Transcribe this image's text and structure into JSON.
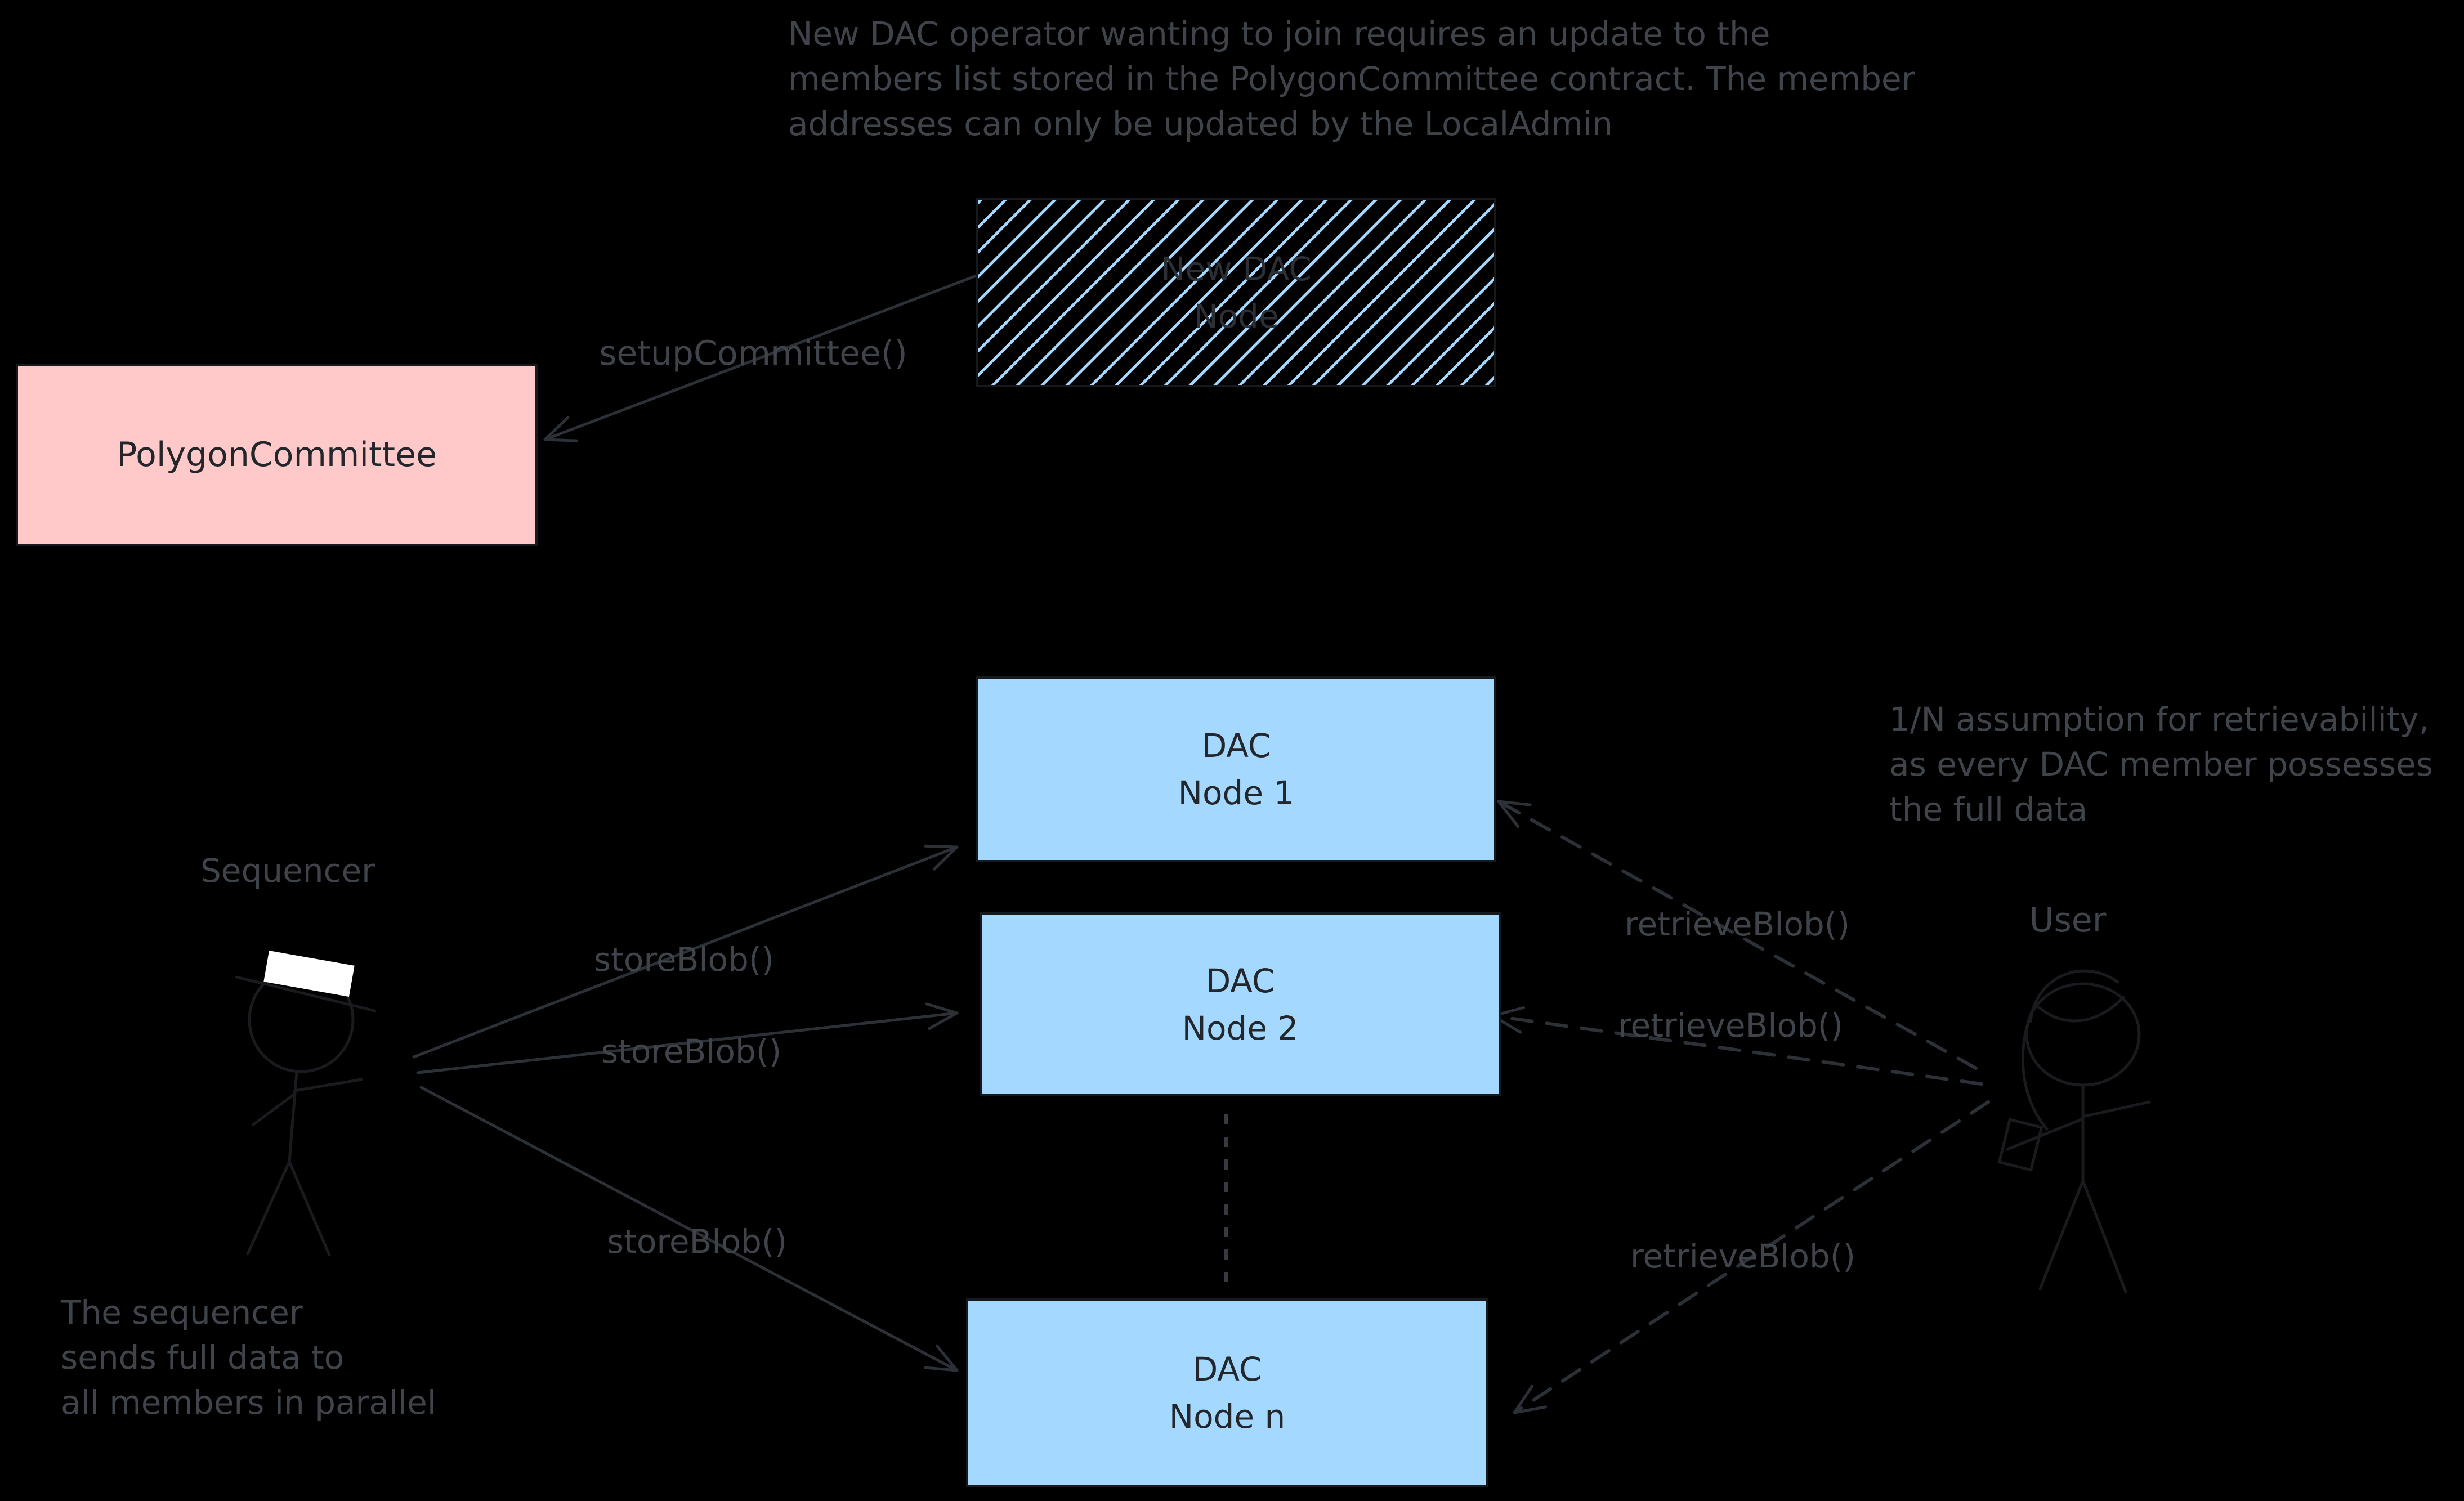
{
  "colors": {
    "background": "#000000",
    "note_text": "#3f444a",
    "box_text": "#23262b",
    "hatch_text": "#2c3036",
    "arrow": "#2c3137",
    "dotted": "#363b41",
    "figure": "#191b1e",
    "border": "#17191c",
    "accent_pink": "#ffc9c9",
    "accent_blue": "#a5d8ff",
    "hat_white": "#ffffff"
  },
  "notes": {
    "top": {
      "line1": "New DAC operator wanting to join requires an update to the",
      "line2": "members list stored in the PolygonCommittee contract. The member",
      "line3": "addresses can only be updated by the LocalAdmin"
    },
    "retrievability": {
      "line1": "1/N assumption for retrievability,",
      "line2": "as every DAC member possesses",
      "line3": "the full data"
    },
    "sequencer": {
      "line1": "The sequencer",
      "line2": "sends full data to",
      "line3": "all members in parallel"
    }
  },
  "boxes": {
    "new_dac_node": {
      "line1": "New DAC",
      "line2": "Node",
      "fill_style": "hachure"
    },
    "polygon_committee": {
      "label": "PolygonCommittee"
    },
    "dac_node_1": {
      "line1": "DAC",
      "line2": "Node 1"
    },
    "dac_node_2": {
      "line1": "DAC",
      "line2": "Node 2"
    },
    "dac_node_n": {
      "line1": "DAC",
      "line2": "Node n"
    }
  },
  "actors": {
    "sequencer_label": "Sequencer",
    "user_label": "User"
  },
  "edge_labels": {
    "setup_committee": "setupCommittee()",
    "store_blob": "storeBlob()",
    "retrieve_blob": "retrieveBlob()"
  }
}
